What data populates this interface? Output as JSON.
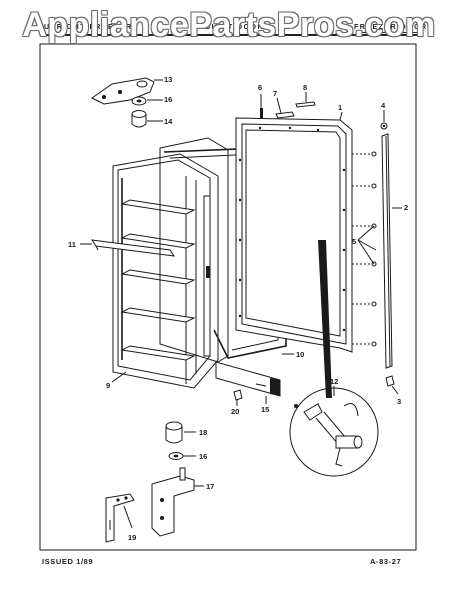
{
  "watermark": "AppliancePartsPros.com",
  "header": {
    "left": "UPRIGHT FREEZER",
    "middle": "CABINET DOOR",
    "right": "FREEZER DOOR"
  },
  "footer": {
    "issued": "ISSUED 1/89",
    "page_code": "A-83-27"
  },
  "callouts": [
    "1",
    "2",
    "3",
    "4",
    "5",
    "6",
    "7",
    "8",
    "9",
    "10",
    "11",
    "12",
    "13",
    "14",
    "15",
    "16",
    "16",
    "17",
    "18",
    "19",
    "20"
  ]
}
